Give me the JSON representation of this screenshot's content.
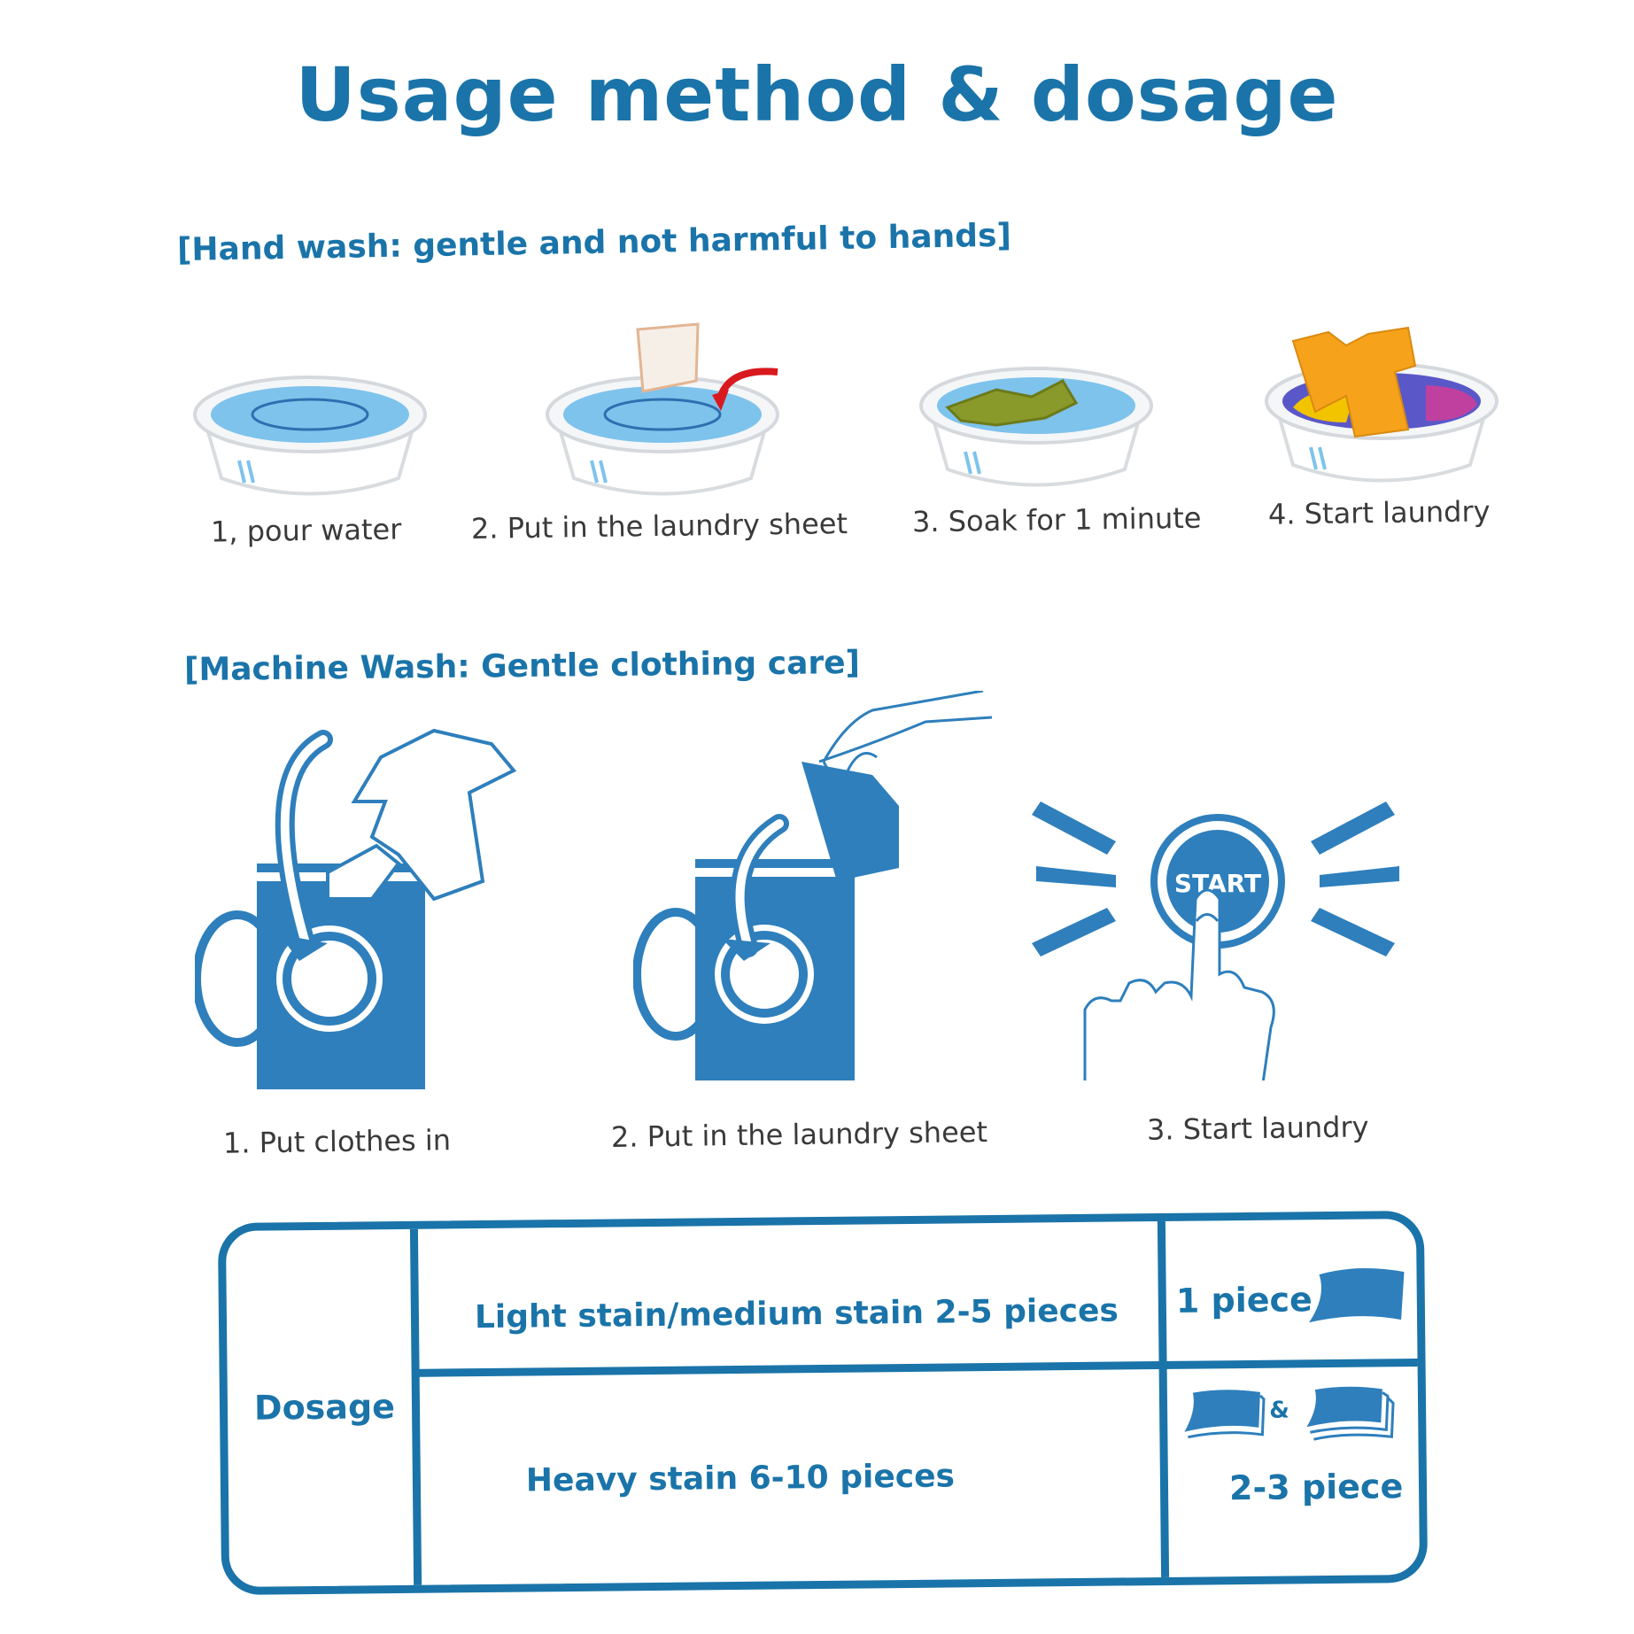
{
  "title": "Usage method & dosage",
  "hand_wash": {
    "heading": "[Hand wash: gentle and not harmful to hands]",
    "steps": [
      {
        "label": "1, pour water",
        "icon": "basin-water-icon"
      },
      {
        "label": "2. Put in the laundry sheet",
        "icon": "basin-sheet-icon"
      },
      {
        "label": "3. Soak for 1 minute",
        "icon": "basin-soak-icon"
      },
      {
        "label": "4. Start laundry",
        "icon": "basin-clothes-icon"
      }
    ]
  },
  "machine_wash": {
    "heading": "[Machine Wash: Gentle clothing care]",
    "steps": [
      {
        "label": "1. Put clothes in",
        "icon": "washing-machine-clothes-icon"
      },
      {
        "label": "2. Put in the laundry sheet",
        "icon": "washing-machine-sheet-icon"
      },
      {
        "label": "3. Start laundry",
        "icon": "start-button-icon"
      }
    ],
    "start_button_text": "START"
  },
  "dosage": {
    "label": "Dosage",
    "rows": [
      {
        "condition": "Light stain/medium stain 2-5 pieces",
        "amount": "1 piece"
      },
      {
        "condition": "Heavy stain 6-10 pieces",
        "amount": "2-3 piece",
        "joiner": "&"
      }
    ]
  },
  "colors": {
    "accent": "#1a74a9",
    "water": "#7ec3ec",
    "text": "#3a3a3a"
  }
}
